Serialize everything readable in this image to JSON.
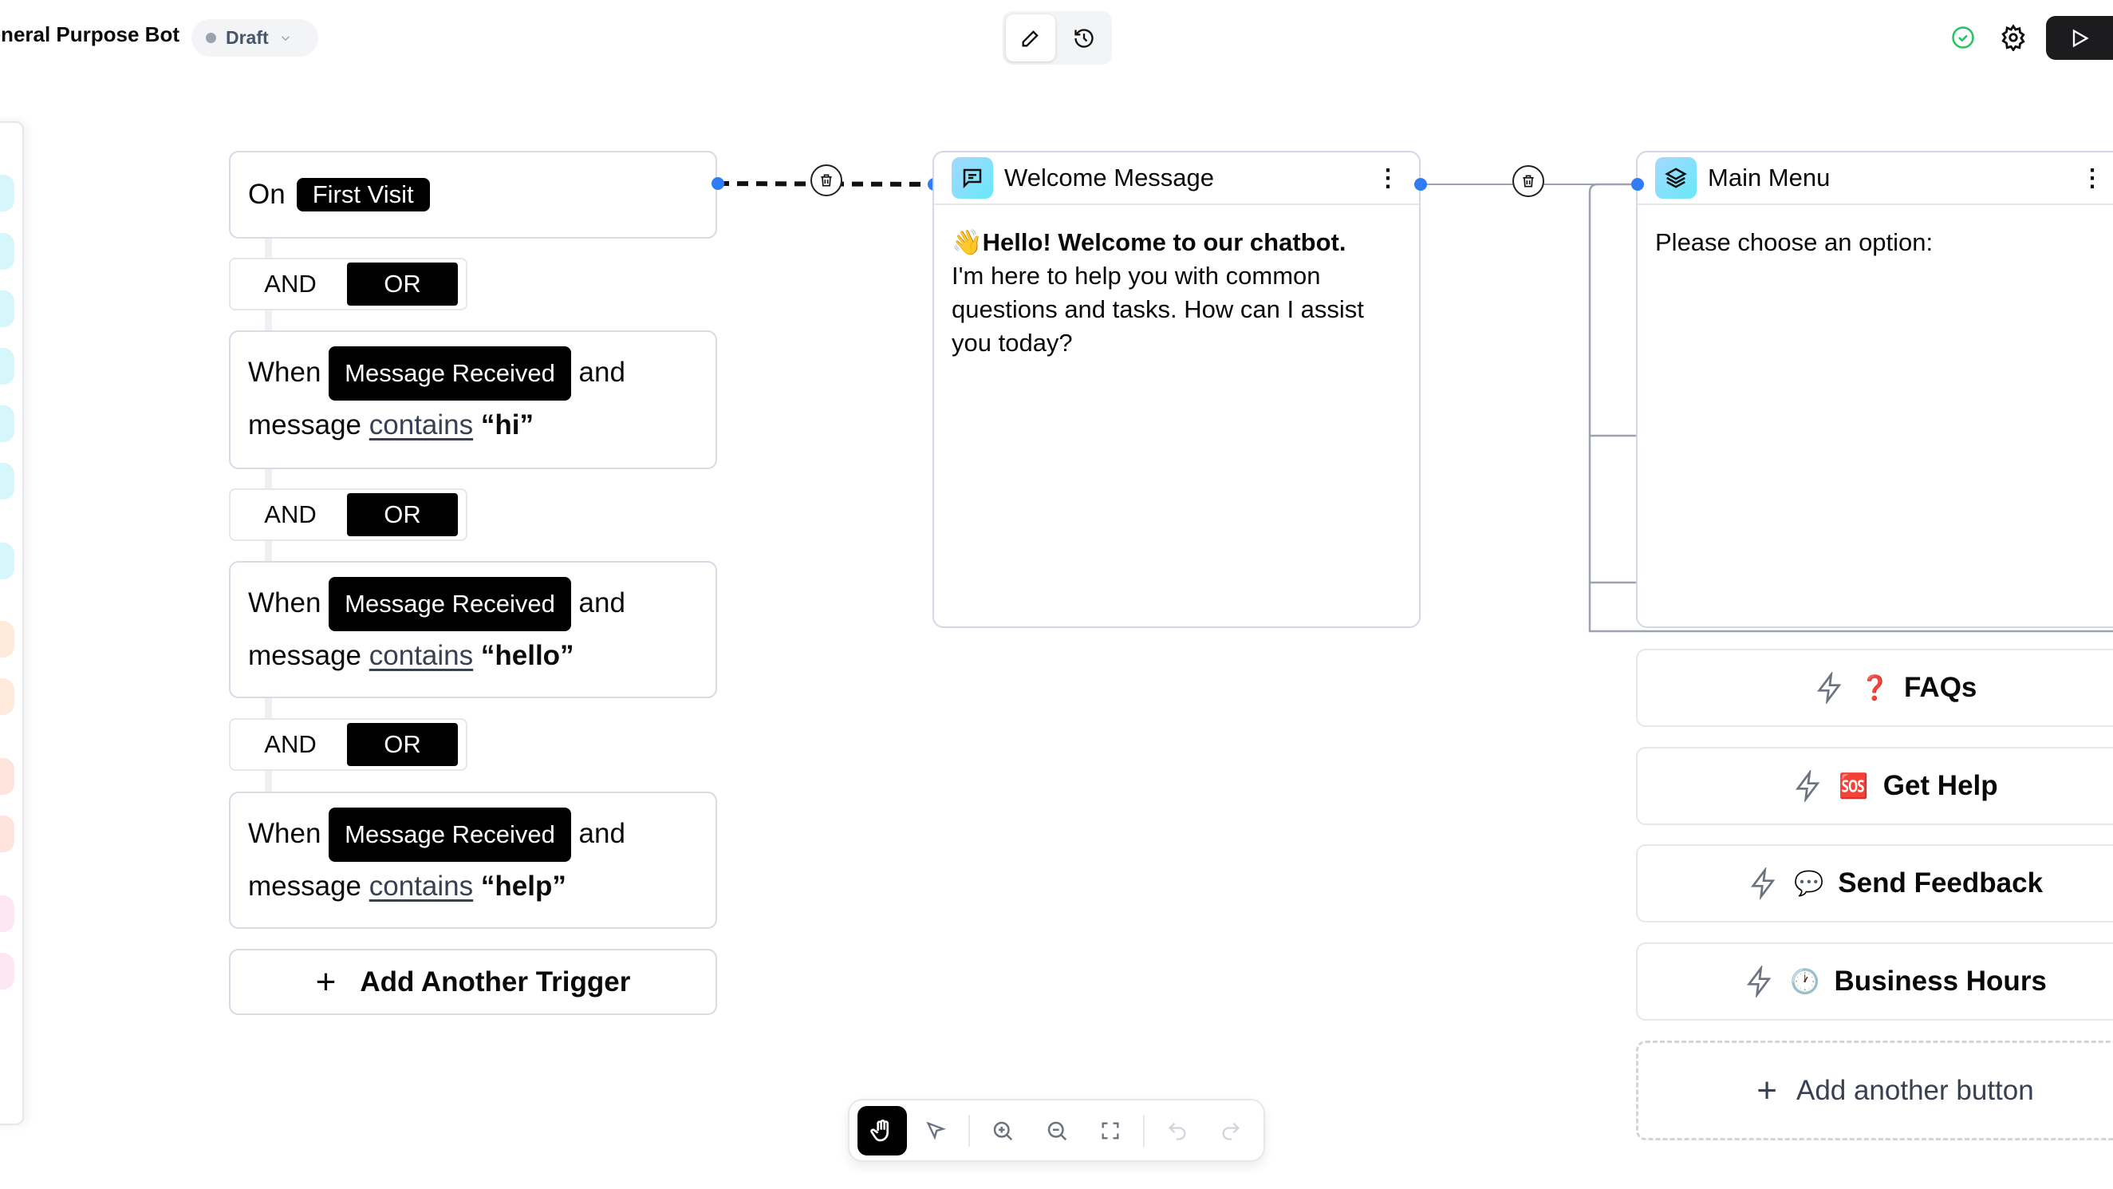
{
  "header": {
    "title": "General Purpose Bot",
    "status": "Draft",
    "edit_icon": "pencil-icon",
    "history_icon": "history-icon",
    "saved_icon": "check-circle-icon",
    "settings_icon": "gear-icon",
    "run_icon": "play-icon",
    "accent": "#2f7cf6",
    "saved_color": "#22c55e"
  },
  "triggers": {
    "first": {
      "prefix": "On",
      "event": "First Visit"
    },
    "logic": [
      {
        "and": "AND",
        "or": "OR",
        "selected": "OR"
      },
      {
        "and": "AND",
        "or": "OR",
        "selected": "OR"
      },
      {
        "and": "AND",
        "or": "OR",
        "selected": "OR"
      }
    ],
    "conditions": [
      {
        "when": "When",
        "event": "Message Received",
        "and": "and",
        "subject": "message",
        "op": "contains",
        "value": "“hi”"
      },
      {
        "when": "When",
        "event": "Message Received",
        "and": "and",
        "subject": "message",
        "op": "contains",
        "value": "“hello”"
      },
      {
        "when": "When",
        "event": "Message Received",
        "and": "and",
        "subject": "message",
        "op": "contains",
        "value": "“help”"
      }
    ],
    "add_label": "Add Another Trigger"
  },
  "welcome": {
    "title": "Welcome Message",
    "emoji": "👋",
    "headline": "Hello! Welcome to our chatbot.",
    "body": "I'm here to help you with common questions and tasks. How can I assist you today?"
  },
  "menu": {
    "title": "Main Menu",
    "prompt": "Please choose an option:",
    "buttons": [
      {
        "emoji": "❓",
        "label": "FAQs"
      },
      {
        "emoji": "🆘",
        "label": "Get Help"
      },
      {
        "emoji": "💬",
        "label": "Send Feedback"
      },
      {
        "emoji": "🕐",
        "label": "Business Hours"
      }
    ],
    "add_label": "Add another button"
  },
  "toolbar": {
    "tools": [
      "hand-icon",
      "pointer-icon",
      "zoom-in-icon",
      "zoom-out-icon",
      "fit-view-icon",
      "undo-icon",
      "redo-icon"
    ],
    "active": "hand-icon"
  }
}
